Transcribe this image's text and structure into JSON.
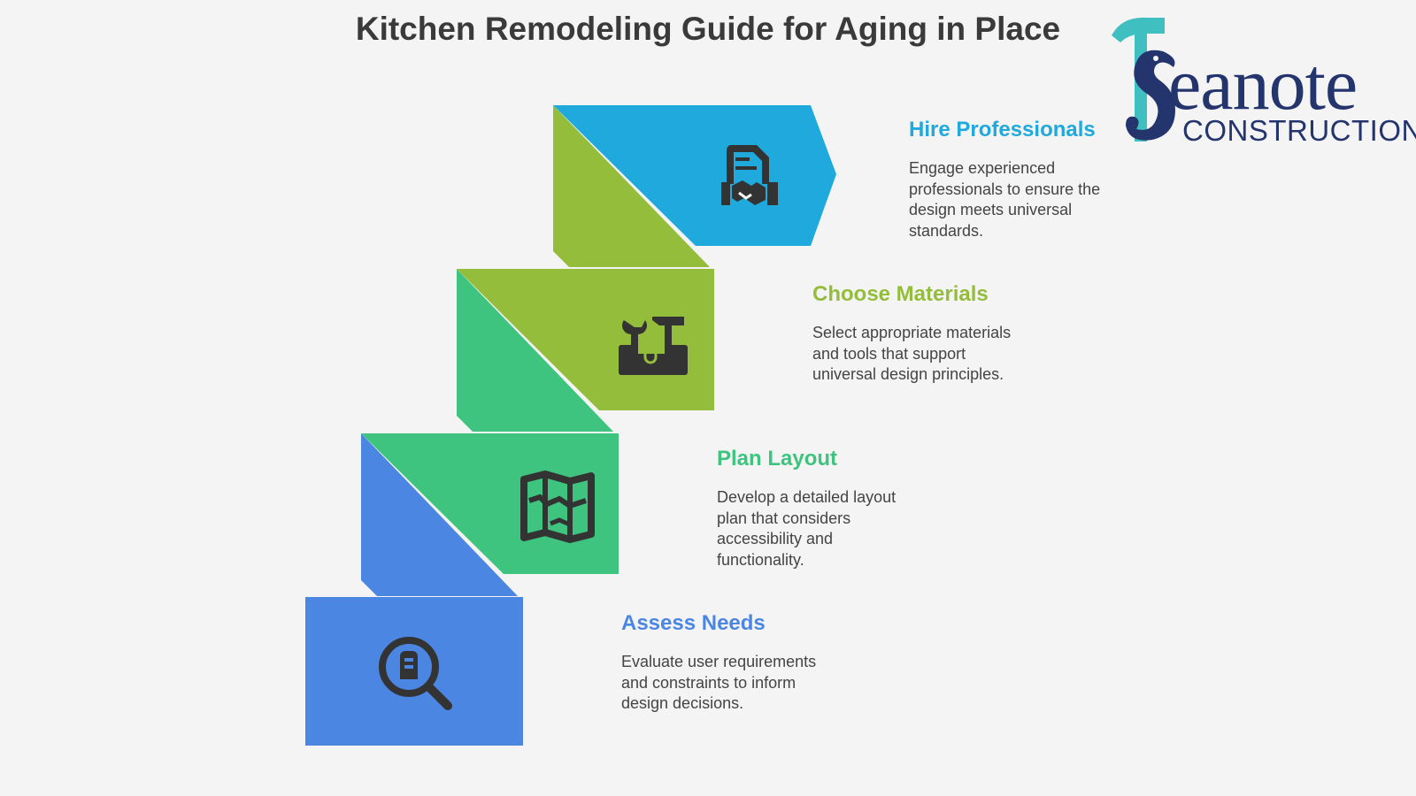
{
  "title": "Kitchen Remodeling Guide for Aging in Place",
  "colors": {
    "assess": "#4b86e3",
    "plan": "#3ec47e",
    "materials": "#94bd3b",
    "hire": "#1fa9dc",
    "icon": "#333333"
  },
  "steps": [
    {
      "heading": "Hire Professionals",
      "description": "Engage experienced professionals to ensure the design meets universal standards.",
      "icon": "contract-handshake-icon"
    },
    {
      "heading": "Choose Materials",
      "description": "Select appropriate materials and tools that support universal design principles.",
      "icon": "toolbox-icon"
    },
    {
      "heading": "Plan Layout",
      "description": "Develop a detailed layout plan that considers accessibility and functionality.",
      "icon": "map-icon"
    },
    {
      "heading": "Assess Needs",
      "description": "Evaluate user requirements and constraints to inform design decisions.",
      "icon": "search-document-icon"
    }
  ],
  "logo": {
    "text": "Seanote",
    "subtext": "CONSTRUCTION"
  }
}
